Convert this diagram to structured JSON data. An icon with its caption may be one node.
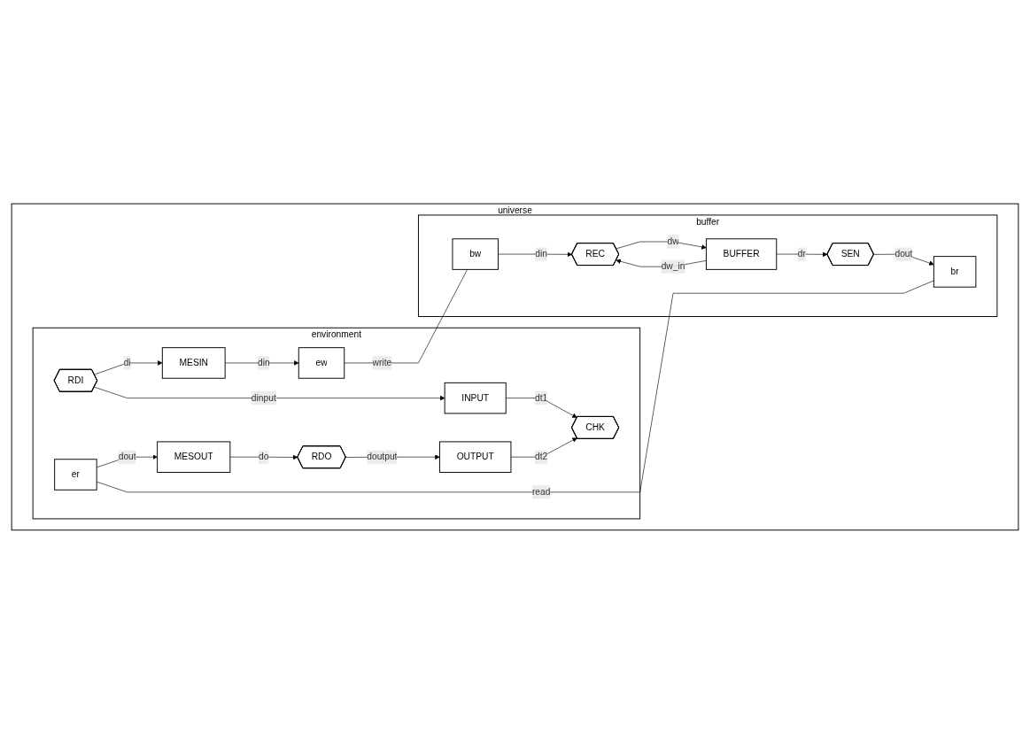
{
  "diagram": {
    "nodes": [
      {
        "text": [
          "universe"
        ]
      },
      {
        "text": [
          "environment"
        ],
        "in": 0
      },
      {
        "text": [
          "RDI"
        ],
        "in": 1
      },
      {
        "text": [
          "MESIN"
        ],
        "in": 1
      },
      {
        "text": [
          "INPUT"
        ],
        "in": 1
      },
      {
        "text": [
          "CHK"
        ],
        "in": 1
      },
      {
        "text": [
          "OUTPUT"
        ],
        "in": 1
      },
      {
        "text": [
          "RDO"
        ],
        "in": 1
      },
      {
        "text": [
          "MESOUT"
        ],
        "in": 1
      },
      {
        "text": [
          "ew"
        ],
        "in": 1
      },
      {
        "text": [
          "er"
        ],
        "in": 1
      },
      {
        "text": [
          "buffer"
        ],
        "in": 0
      },
      {
        "text": [
          "bw"
        ],
        "in": 11
      },
      {
        "text": [
          "br"
        ],
        "in": 11
      },
      {
        "text": [
          "REC"
        ],
        "in": 11
      },
      {
        "text": [
          "BUFFER"
        ],
        "in": 11
      },
      {
        "text": [
          "SEN"
        ],
        "in": 11
      }
    ],
    "edges": [
      {
        "from": 2,
        "to": 3,
        "arrow": "to",
        "label": "di"
      },
      {
        "from": 2,
        "to": 4,
        "arrow": "to",
        "label": "dinput"
      },
      {
        "from": 4,
        "to": 5,
        "arrow": "to",
        "label": "dt1"
      },
      {
        "from": 6,
        "to": 5,
        "arrow": "to",
        "label": "dt2"
      },
      {
        "from": 7,
        "to": 6,
        "arrow": "to",
        "label": "doutput"
      },
      {
        "from": 8,
        "to": 7,
        "arrow": "to",
        "label": "do"
      },
      {
        "from": 3,
        "to": 9,
        "arrow": "to",
        "label": "din"
      },
      {
        "from": 10,
        "to": 8,
        "arrow": "to",
        "label": "dout"
      },
      {
        "from": 9,
        "to": 12,
        "arrow": "none",
        "label": "write"
      },
      {
        "from": 10,
        "to": 13,
        "arrow": "none",
        "label": "read"
      },
      {
        "from": 12,
        "to": 14,
        "arrow": "to",
        "label": "din"
      },
      {
        "from": 15,
        "to": 14,
        "arrow": "to",
        "label": "dw_in"
      },
      {
        "from": 14,
        "to": 15,
        "arrow": "to",
        "label": "dw"
      },
      {
        "from": 15,
        "to": 16,
        "arrow": "to",
        "label": "dr"
      },
      {
        "from": 16,
        "to": 13,
        "arrow": "to",
        "label": "dout"
      }
    ]
  }
}
